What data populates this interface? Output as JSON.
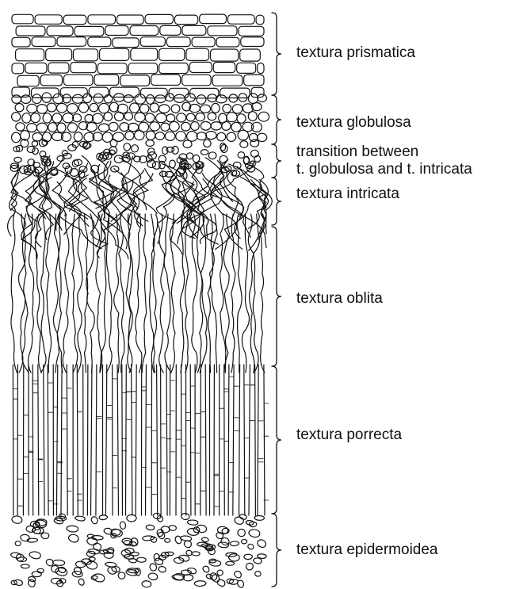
{
  "layers": [
    {
      "id": "prismatica",
      "label": "textura prismatica"
    },
    {
      "id": "globulosa",
      "label": "textura globulosa"
    },
    {
      "id": "transition",
      "label_lines": [
        "transition between",
        "t. globulosa and t. intricata"
      ]
    },
    {
      "id": "intricata",
      "label": "textura intricata"
    },
    {
      "id": "oblita",
      "label": "textura oblita"
    },
    {
      "id": "porrecta",
      "label": "textura porrecta"
    },
    {
      "id": "epidermoidea",
      "label": "textura epidermoidea"
    }
  ]
}
